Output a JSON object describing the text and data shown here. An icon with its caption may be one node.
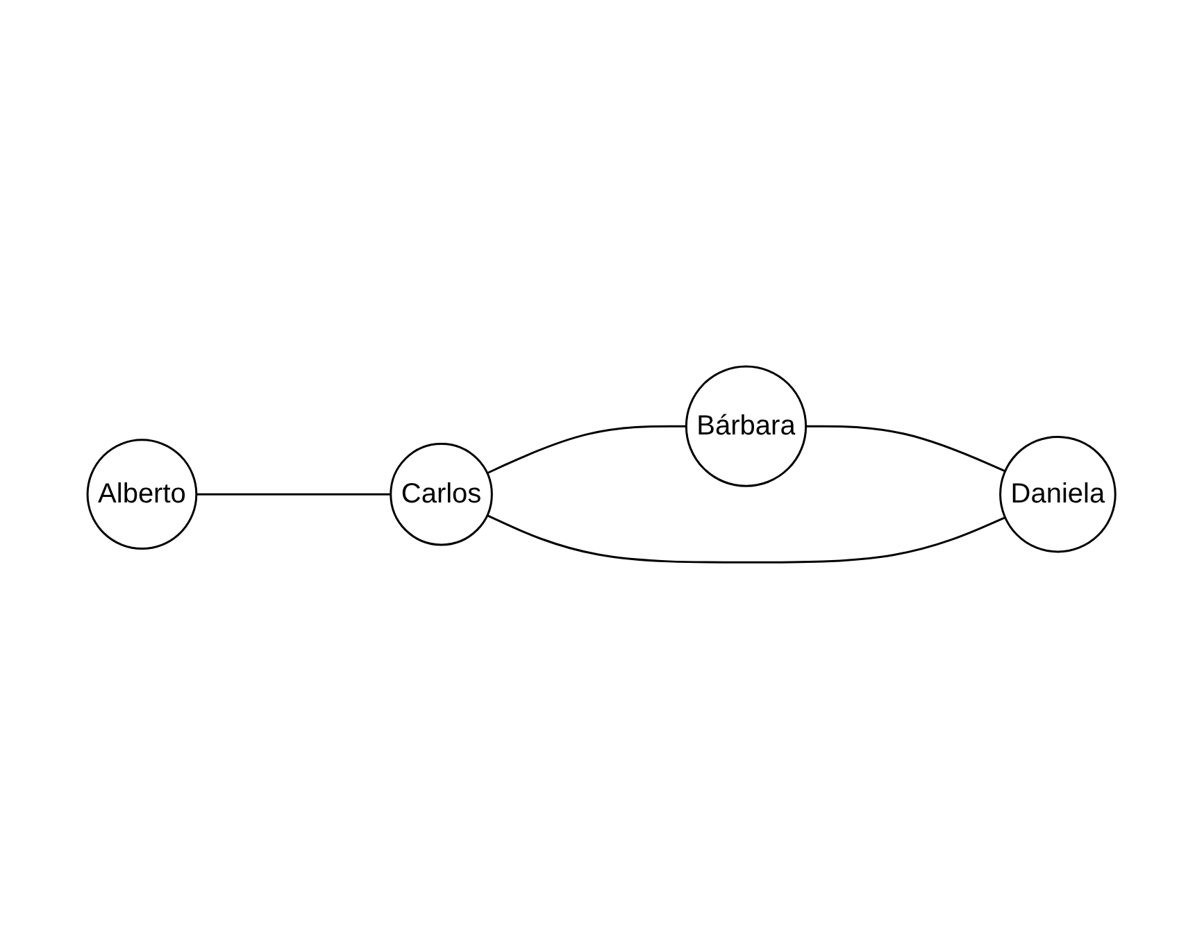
{
  "diagram": {
    "nodes": [
      {
        "text": [
          "Bárbara"
        ]
      },
      {
        "text": [
          "Alberto"
        ]
      },
      {
        "text": [
          "Carlos"
        ]
      },
      {
        "text": [
          "Daniela"
        ]
      }
    ],
    "edges": [
      {
        "from": 1,
        "to": 2,
        "arrow": "none"
      },
      {
        "from": 2,
        "to": 0,
        "arrow": "none"
      },
      {
        "from": 0,
        "to": 3,
        "arrow": "none"
      },
      {
        "from": 2,
        "to": 3,
        "arrow": "none"
      }
    ]
  }
}
